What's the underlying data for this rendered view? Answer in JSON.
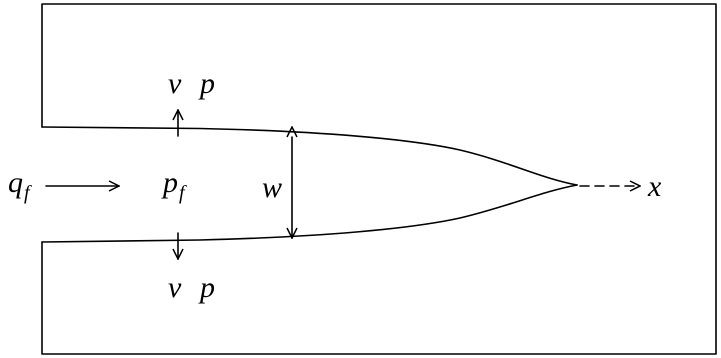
{
  "labels": {
    "top_v": "v",
    "top_p": "p",
    "bottom_v": "v",
    "bottom_p": "p",
    "q": "q",
    "q_sub": "f",
    "pf": "p",
    "pf_sub": "f",
    "w": "w",
    "x": "x"
  }
}
